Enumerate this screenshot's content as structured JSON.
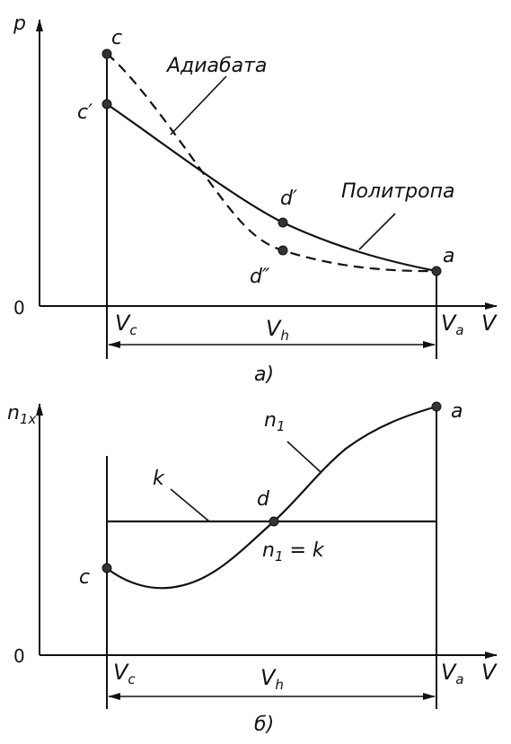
{
  "upper": {
    "y_axis": "p",
    "x_axis": "V",
    "origin": "0",
    "v_c": "V",
    "v_c_sub": "c",
    "v_h": "V",
    "v_h_sub": "h",
    "v_a": "V",
    "v_a_sub": "a",
    "point_c": "c",
    "point_c_prime": "c′",
    "point_d_prime": "d′",
    "point_d_double": "d″",
    "point_a": "a",
    "adiabat": "Адиабата",
    "polytrope": "Политропа",
    "caption": "а)"
  },
  "lower": {
    "y_axis": "n",
    "y_axis_sub": "1x",
    "x_axis": "V",
    "origin": "0",
    "v_c": "V",
    "v_c_sub": "c",
    "v_h": "V",
    "v_h_sub": "h",
    "v_a": "V",
    "v_a_sub": "a",
    "point_c": "c",
    "point_d": "d",
    "point_a": "a",
    "k_label": "k",
    "n1": "n",
    "n1_sub": "1",
    "equality_n": "n",
    "equality_sub": "1",
    "equality_rest": " = k",
    "caption": "б)"
  }
}
